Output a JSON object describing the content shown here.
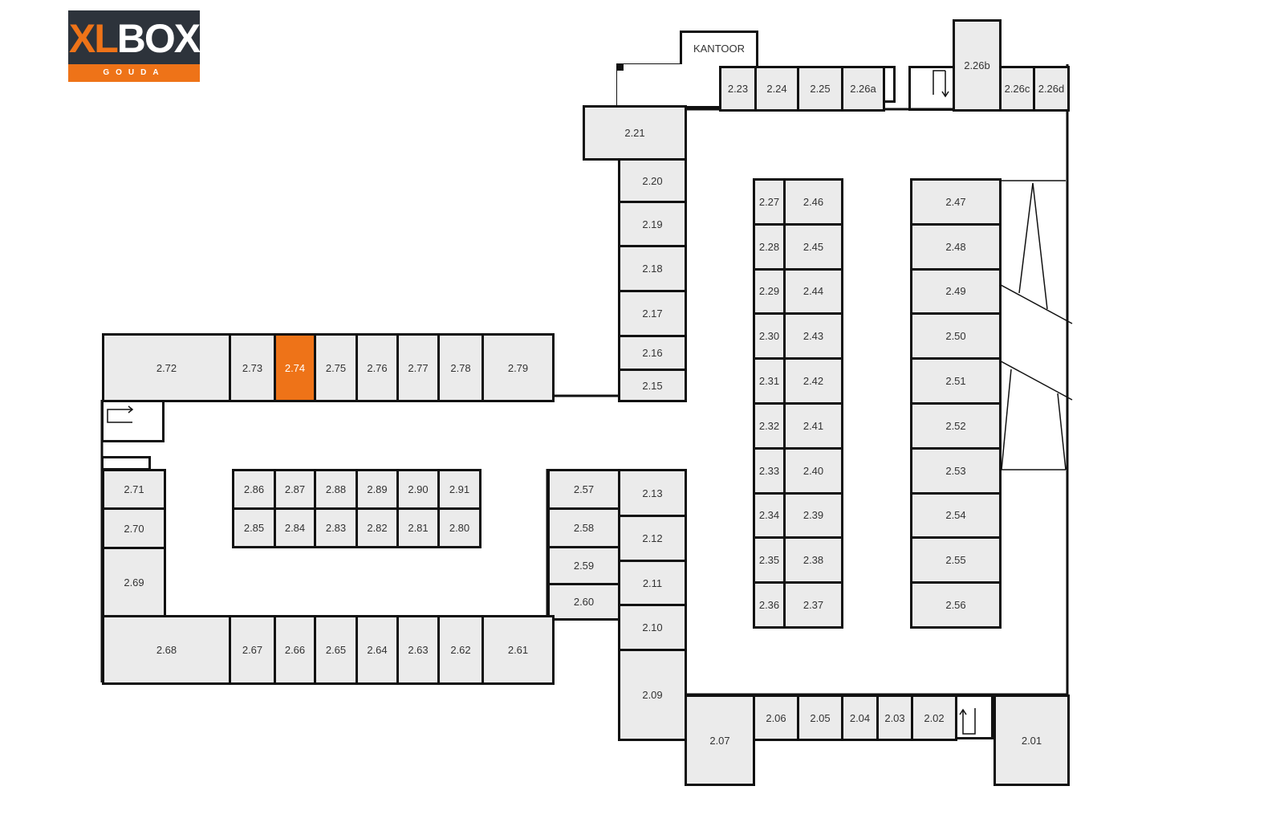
{
  "logo": {
    "brand_xl": "XL",
    "brand_box": "BOX",
    "city": "GOUDA"
  },
  "office_label": "KANTOOR",
  "selected_unit": "2.74",
  "colors": {
    "selected": "#ee7318",
    "unit": "#ebebeb",
    "wall": "#111111"
  },
  "units": [
    "2.01",
    "2.02",
    "2.03",
    "2.04",
    "2.05",
    "2.06",
    "2.07",
    "2.09",
    "2.10",
    "2.11",
    "2.12",
    "2.13",
    "2.15",
    "2.16",
    "2.17",
    "2.18",
    "2.19",
    "2.20",
    "2.21",
    "2.23",
    "2.24",
    "2.25",
    "2.26a",
    "2.26b",
    "2.26c",
    "2.26d",
    "2.27",
    "2.28",
    "2.29",
    "2.30",
    "2.31",
    "2.32",
    "2.33",
    "2.34",
    "2.35",
    "2.36",
    "2.46",
    "2.45",
    "2.44",
    "2.43",
    "2.42",
    "2.41",
    "2.40",
    "2.39",
    "2.38",
    "2.37",
    "2.47",
    "2.48",
    "2.49",
    "2.50",
    "2.51",
    "2.52",
    "2.53",
    "2.54",
    "2.55",
    "2.56",
    "2.57",
    "2.58",
    "2.59",
    "2.60",
    "2.61",
    "2.62",
    "2.63",
    "2.64",
    "2.65",
    "2.66",
    "2.67",
    "2.68",
    "2.69",
    "2.70",
    "2.71",
    "2.72",
    "2.73",
    "2.74",
    "2.75",
    "2.76",
    "2.77",
    "2.78",
    "2.79",
    "2.86",
    "2.87",
    "2.88",
    "2.89",
    "2.90",
    "2.91",
    "2.85",
    "2.84",
    "2.83",
    "2.82",
    "2.81",
    "2.80"
  ]
}
